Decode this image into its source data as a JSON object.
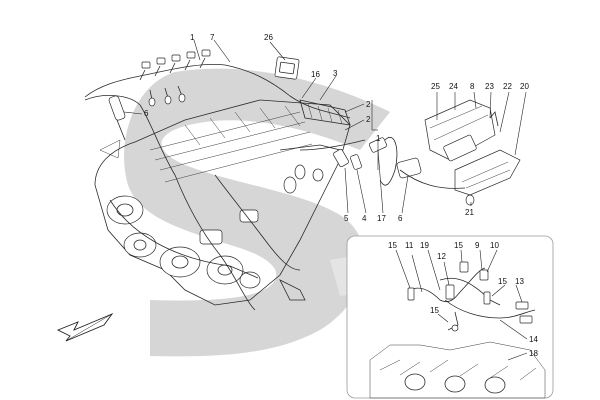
{
  "diagram": {
    "callouts": [
      "1",
      "7",
      "26",
      "16",
      "3",
      "6",
      "2",
      "2",
      "25",
      "24",
      "8",
      "23",
      "22",
      "20",
      "5",
      "4",
      "17",
      "6",
      "1",
      "21",
      "15",
      "11",
      "19",
      "15",
      "9",
      "10",
      "12",
      "15",
      "13",
      "15",
      "14",
      "18"
    ]
  },
  "colors": {
    "ink": "#2a2a2a",
    "watermark": "#d6d6d6",
    "inset_border": "#9a9a9a",
    "background": "#ffffff"
  },
  "icons": {
    "direction_arrow": "arrow-down-left-icon"
  }
}
